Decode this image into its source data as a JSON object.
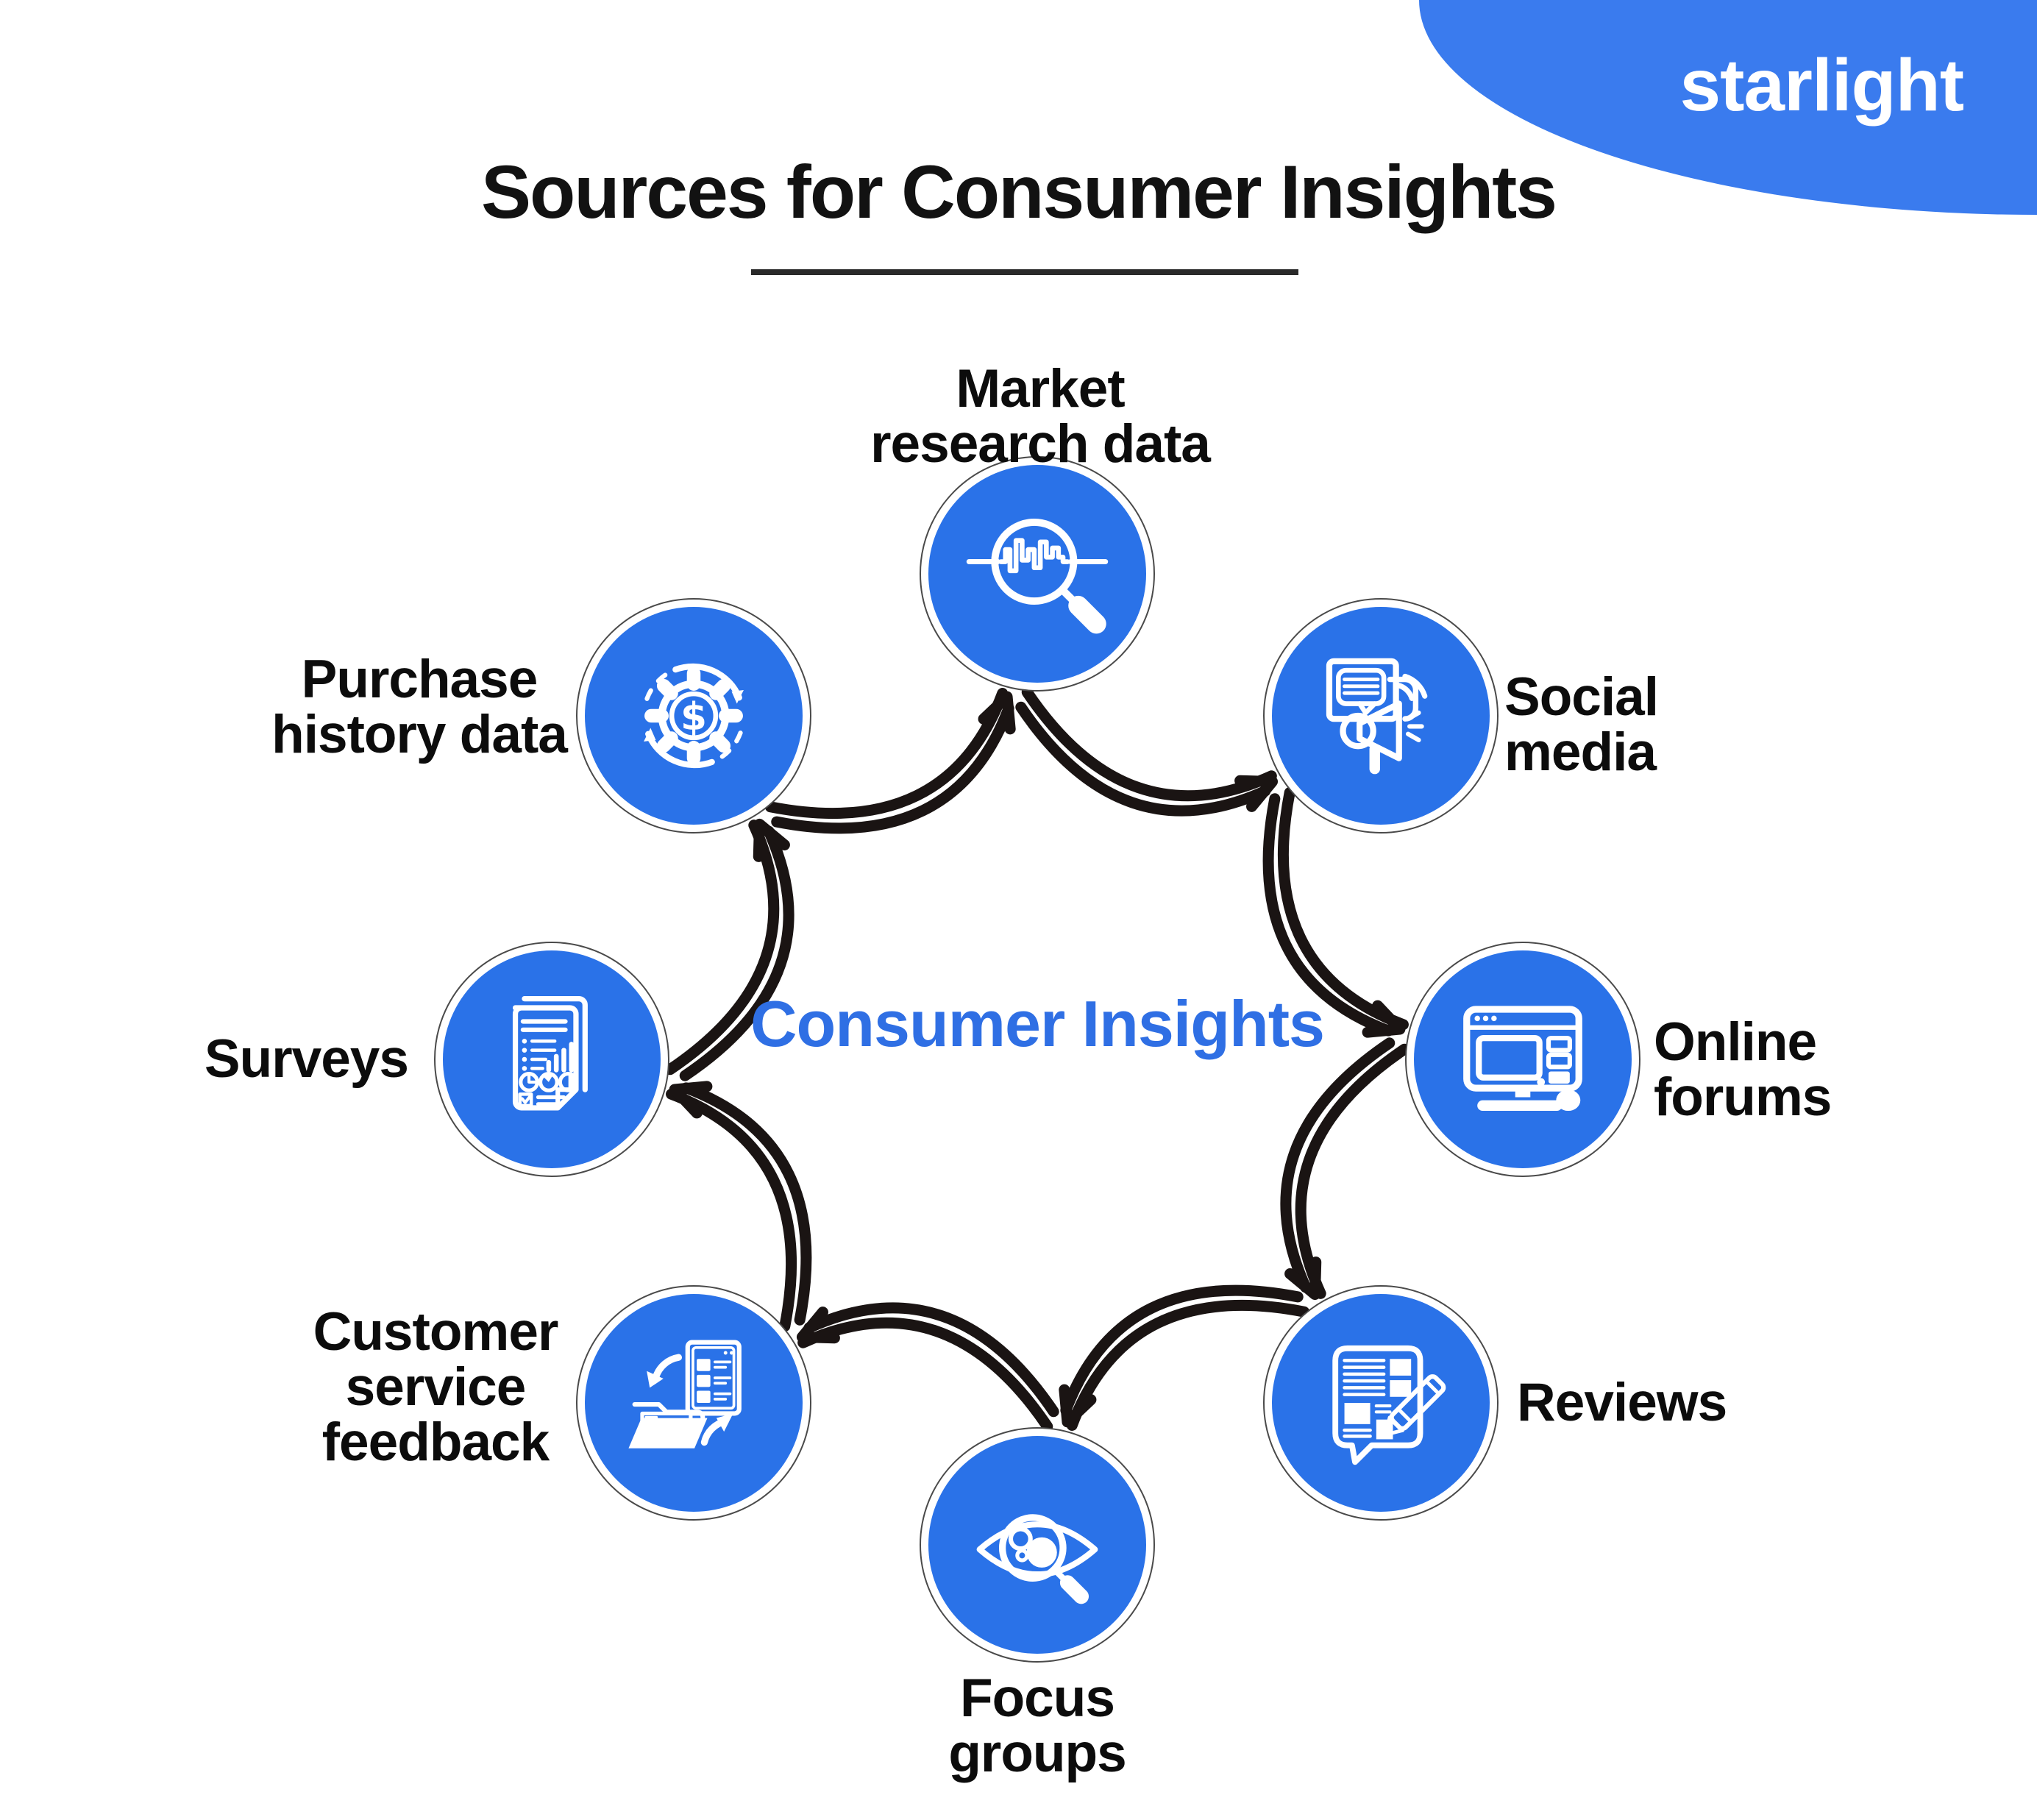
{
  "brand": {
    "name": "starlight"
  },
  "title": {
    "text": "Sources for Consumer Insights"
  },
  "center": {
    "line1": "Consumer",
    "line2": "Insights"
  },
  "nodes": [
    {
      "id": "market-research-data",
      "icon": "magnifier-waveform-icon",
      "lines": [
        "Market",
        "research data"
      ]
    },
    {
      "id": "social-media",
      "icon": "chat-megaphone-icon",
      "lines": [
        "Social",
        "media"
      ]
    },
    {
      "id": "online-forums",
      "icon": "desktop-computer-icon",
      "lines": [
        "Online",
        "forums"
      ]
    },
    {
      "id": "reviews",
      "icon": "speech-bubble-pen-icon",
      "lines": [
        "Reviews"
      ]
    },
    {
      "id": "focus-groups",
      "icon": "eye-magnifier-icon",
      "lines": [
        "Focus",
        "groups"
      ]
    },
    {
      "id": "customer-service-feedback",
      "icon": "folder-document-sync-icon",
      "lines": [
        "Customer",
        "service",
        "feedback"
      ]
    },
    {
      "id": "surveys",
      "icon": "survey-report-icon",
      "lines": [
        "Surveys"
      ]
    },
    {
      "id": "purchase-history-data",
      "icon": "gear-dollar-icon",
      "lines": [
        "Purchase",
        "history data"
      ]
    }
  ],
  "colors": {
    "node_blue": "#2A72E8",
    "blob_blue": "#3A7BEE",
    "center_text_blue": "#2F6FE4",
    "arrow_black": "#1A1413",
    "label_black": "#0C0C0C",
    "ring_gray": "#4A4A4A",
    "brand_text": "#FFFFFF"
  }
}
